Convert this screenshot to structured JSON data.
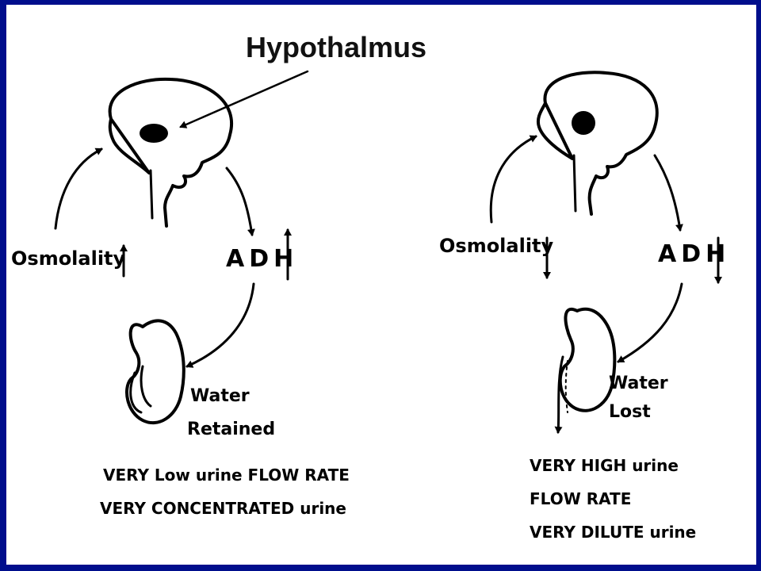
{
  "title": "Hypothalmus",
  "left_panel": {
    "input_label": "Osmolality",
    "input_direction": "up",
    "hormone_label": "ADH",
    "hormone_direction": "up",
    "kidney_label_line1": "Water",
    "kidney_label_line2": "Retained",
    "outcome_line1": "VERY Low urine FLOW RATE",
    "outcome_line2": "VERY CONCENTRATED urine"
  },
  "right_panel": {
    "input_label": "Osmolality",
    "input_direction": "down",
    "hormone_label": "ADH",
    "hormone_direction": "down",
    "kidney_label_line1": "Water",
    "kidney_label_line2": "Lost",
    "outcome_line1": "VERY HIGH urine",
    "outcome_line2": "FLOW RATE",
    "outcome_line3": "VERY DILUTE urine"
  },
  "colors": {
    "slide_border": "#000e8c",
    "background": "#ffffff",
    "ink": "#000000"
  },
  "icons": [
    "brain-icon",
    "kidney-icon"
  ]
}
